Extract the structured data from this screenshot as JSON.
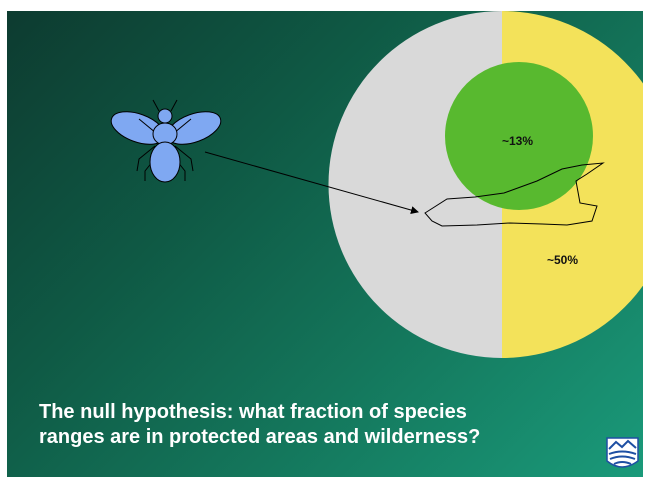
{
  "slide": {
    "caption_line1": "The null hypothesis:  what fraction of species",
    "caption_line2": "ranges are in protected areas and wilderness?"
  },
  "diagram": {
    "protected_area_label": "~13%",
    "wilderness_label": "~50%",
    "protected_fraction_percent": 13,
    "wilderness_fraction_percent": 50,
    "colors": {
      "background_dark": "#0d3b30",
      "background_light": "#1a9a7a",
      "globe_gray": "#d9d9d9",
      "wilderness_yellow": "#f3e25a",
      "protected_green": "#58b92f",
      "bee_fill": "#7fa8f2"
    },
    "icons": [
      "bee-icon",
      "species-range-outline",
      "arrow-pointer",
      "university-logo"
    ]
  }
}
